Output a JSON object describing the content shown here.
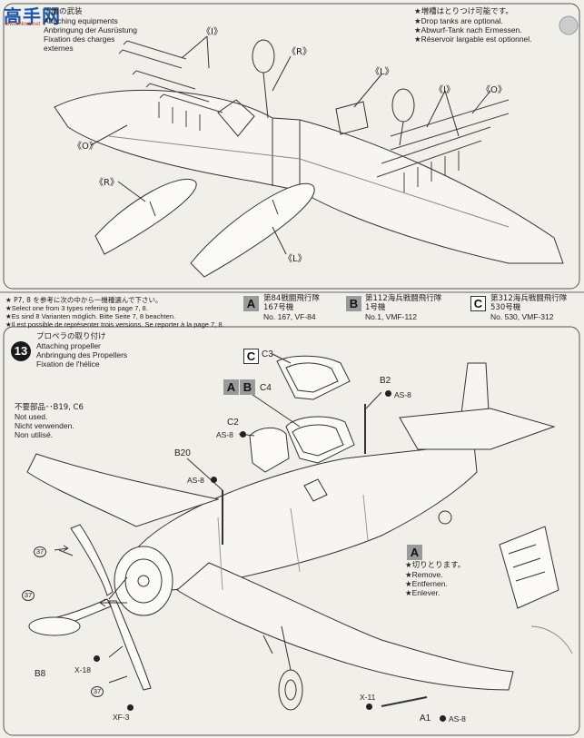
{
  "watermark": {
    "text": "高手网",
    "url": "www.hkwa.net"
  },
  "step12": {
    "title_jp": "下面の武装",
    "title_en": "Attaching equipments",
    "title_de": "Anbringung der Ausrüstung",
    "title_fr1": "Fixation des charges",
    "title_fr2": "externes",
    "notes": [
      "★増槽はとりつけ可能です。",
      "★Drop tanks are optional.",
      "★Abwurf-Tank nach Ermessen.",
      "★Réservoir largable est optionnel."
    ],
    "labels": {
      "I_left": "《I》",
      "R_top": "《R》",
      "L_top": "《L》",
      "I_right": "《I》",
      "O_right": "《O》",
      "O_left": "《O》",
      "R_left": "《R》",
      "L_bottom": "《L》"
    }
  },
  "version_note": [
    "★ P7, 8 を参考に次の中から一機種選んで下さい。",
    "★Select one from 3 types refering to page 7, 8.",
    "★Es sind 8 Varianten möglich. Bitte Seite 7, 8 beachten.",
    "★Il est possible de représenter trois versions. Se reporter à la page 7, 8."
  ],
  "versions": [
    {
      "letter": "A",
      "line1": "第84戦闘飛行隊",
      "line2": "167号機",
      "line3": "No. 167, VF-84"
    },
    {
      "letter": "B",
      "line1": "第112海兵戦闘飛行隊",
      "line2": "1号機",
      "line3": "No.1, VMF-112"
    },
    {
      "letter": "C",
      "line1": "第312海兵戦闘飛行隊",
      "line2": "530号機",
      "line3": "No. 530, VMF-312"
    }
  ],
  "step13": {
    "number": "13",
    "title_jp": "プロペラの取り付け",
    "title_en": "Attaching propeller",
    "title_de": "Anbringung des Propellers",
    "title_fr": "Fixation de l'hélice",
    "unused": [
      "不要部品･･B19, C6",
      "Not used.",
      "Nicht verwenden.",
      "Non utilisé."
    ],
    "callouts": {
      "C3_letter": "C",
      "C3": "C3",
      "C4_letterA": "A",
      "C4_letterB": "B",
      "C4": "C4",
      "B2": "B2",
      "AS8_b2": "AS-8",
      "C2": "C2",
      "AS8_c2": "AS-8",
      "B20": "B20",
      "AS8_b20": "AS-8",
      "p37a": "37",
      "p37b": "37",
      "p37c": "37",
      "B8": "B8",
      "X18": "X-18",
      "XF3": "XF-3",
      "X11": "X-11",
      "A1": "A1",
      "AS8_a1": "AS-8"
    },
    "cut": {
      "letter": "A",
      "lines": [
        "★切りとります。",
        "★Remove.",
        "★Entfernen.",
        "★Enlever."
      ]
    }
  }
}
